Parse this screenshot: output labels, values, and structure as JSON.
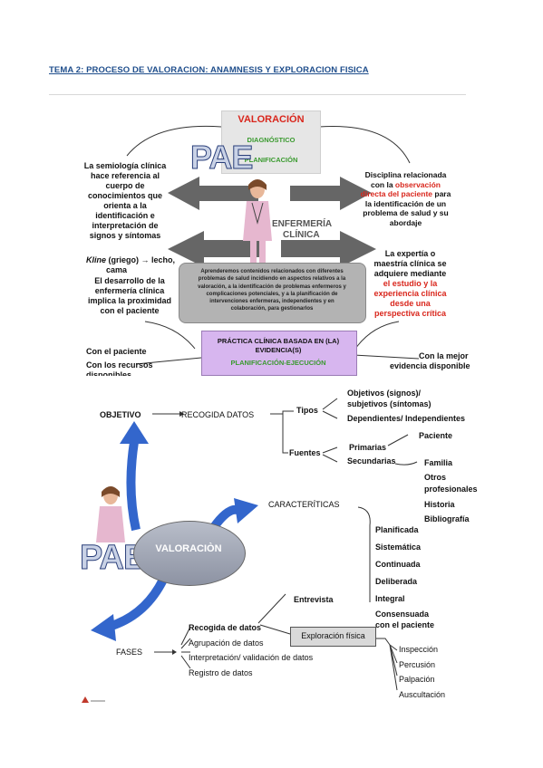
{
  "title": "TEMA 2: PROCESO DE VALORACION: ANAMNESIS Y EXPLORACION FISICA",
  "top_diagram": {
    "stage_valoracion": "VALORACIÓN",
    "stage_diagnostico": "DIAGNÓSTICO",
    "stage_planificacion": "PLANIFICACIÓN",
    "pae_logo": "PAE",
    "center_label_line1": "ENFERMERÍA",
    "center_label_line2": "CLÍNICA",
    "left_text_1": [
      "La semiología clínica",
      "hace referencia al",
      "cuerpo de",
      "conocimientos que",
      "orienta a la",
      "identificación e",
      "interpretación de",
      "signos y síntomas"
    ],
    "left_text_2_kline": "Kline",
    "left_text_2_rest": " (griego) → lecho,",
    "left_text_2_line2": "cama",
    "left_text_3": [
      "El desarrollo de la",
      "enfermería clínica",
      "implica la proximidad",
      "con el paciente"
    ],
    "right_text_1_pre": [
      "Disciplina relacionada",
      "con la "
    ],
    "right_text_1_highlight": "observación",
    "right_text_1_highlight2": "directa del paciente",
    "right_text_1_post": [
      " para",
      "la identificación de un",
      "problema de salud y su",
      "abordaje"
    ],
    "right_text_2_plain": [
      "La expertía o",
      "maestría clínica se",
      "adquiere mediante"
    ],
    "right_text_2_red": [
      "el estudio y la",
      "experiencia clínica",
      "desde una",
      "perspectiva crítica"
    ],
    "gray_box_text": [
      "Aprenderemos contenidos relacionados con diferentes",
      "problemas de salud incidiendo en aspectos relativos a la",
      "valoración, a la identificación de problemas enfermeros y",
      "complicaciones potenciales, y a la planificación de",
      "intervenciones enfermeras, independientes y en",
      "colaboración, para gestionarlos"
    ],
    "purple_box_line1": "PRÁCTICA CLÍNICA BASADA   EN (LA)",
    "purple_box_line2": "EVIDENCIA(S)",
    "purple_box_line3": "PLANIFICACIÓN-EJECUCIÓN",
    "bottom_left_1": "Con el paciente",
    "bottom_left_2": "Con los recursos",
    "bottom_left_3": "disponibles",
    "bottom_right_1": "Con la mejor",
    "bottom_right_2": "evidencia disponible"
  },
  "bottom_diagram": {
    "objetivo": "OBJETIVO",
    "recogida_datos": "RECOGIDA DATOS",
    "tipos": "Tipos",
    "tipo_1": [
      "Objetivos (signos)/",
      "subjetivos (síntomas)"
    ],
    "tipo_2": "Dependientes/ Independientes",
    "fuentes": "Fuentes",
    "primarias": "Primarias",
    "paciente": "Paciente",
    "secundarias": "Secundarias",
    "secundarias_items": [
      "Familia",
      "Otros",
      "profesionales",
      "Historia",
      "Bibliografía"
    ],
    "caracteristicas": "CARACTERÍTICAS",
    "caracteristicas_items": [
      "Planificada",
      "Sistemática",
      "Continuada",
      "Deliberada",
      "Integral",
      "Consensuada",
      "con el paciente"
    ],
    "valoracion": "VALORACIÒN",
    "pae_logo": "PAE",
    "fases": "FASES",
    "fases_items": [
      "Recogida de datos",
      "Agrupación de datos",
      "Interpretación/ validación de datos",
      "Registro de datos"
    ],
    "entrevista": "Entrevista",
    "exploracion": "Exploración física",
    "exploracion_items": [
      "Inspección",
      "Percusión",
      "Palpación",
      "Auscultación"
    ]
  }
}
